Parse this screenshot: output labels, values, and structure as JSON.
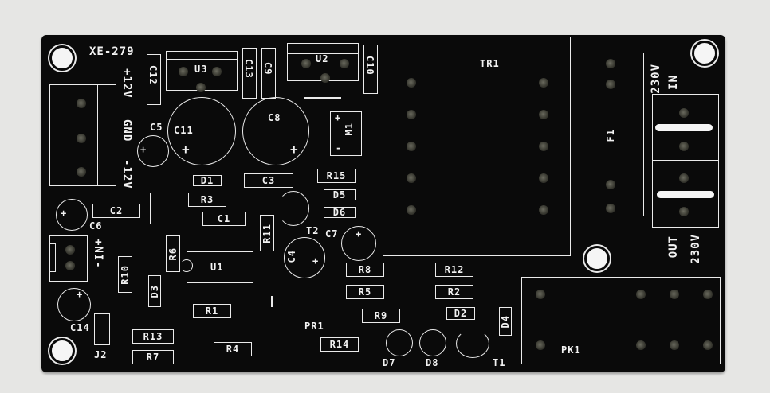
{
  "board": {
    "name": "XE-279",
    "colors": {
      "solder_mask": "#0a0a0a",
      "silkscreen": "#eaeaea",
      "background": "#e6e6e4"
    }
  },
  "labels": {
    "board_id": "XE-279",
    "power_in": "+12V GND -12V",
    "plus12v": "+12V",
    "gnd": "GND",
    "minus12v": "-12V",
    "input": "+NI-",
    "mains_in": "230V IN",
    "mains_in_v": "230V",
    "mains_in_t": "IN",
    "mains_out": "OUT 230V",
    "mains_out_t": "OUT",
    "mains_out_v": "230V"
  },
  "components": {
    "U3": "U3",
    "U2": "U2",
    "U1": "U1",
    "C12": "C12",
    "C13": "C13",
    "C9": "C9",
    "C10": "C10",
    "C11": "C11",
    "C8": "C8",
    "C5": "C5",
    "C6": "C6",
    "C2": "C2",
    "C1": "C1",
    "C3": "C3",
    "C4": "C4",
    "C7": "C7",
    "C14": "C14",
    "M1": "M1",
    "TR1": "TR1",
    "F1": "F1",
    "PK1": "PK1",
    "D1": "D1",
    "D2": "D2",
    "D3": "D3",
    "D4": "D4",
    "D5": "D5",
    "D6": "D6",
    "D7": "D7",
    "D8": "D8",
    "R1": "R1",
    "R2": "R2",
    "R3": "R3",
    "R4": "R4",
    "R5": "R5",
    "R6": "R6",
    "R7": "R7",
    "R8": "R8",
    "R9": "R9",
    "R10": "R10",
    "R11": "R11",
    "R12": "R12",
    "R13": "R13",
    "R14": "R14",
    "R15": "R15",
    "T1": "T1",
    "T2": "T2",
    "PR1": "PR1",
    "J2": "J2",
    "plus": "+",
    "minus": "-"
  }
}
